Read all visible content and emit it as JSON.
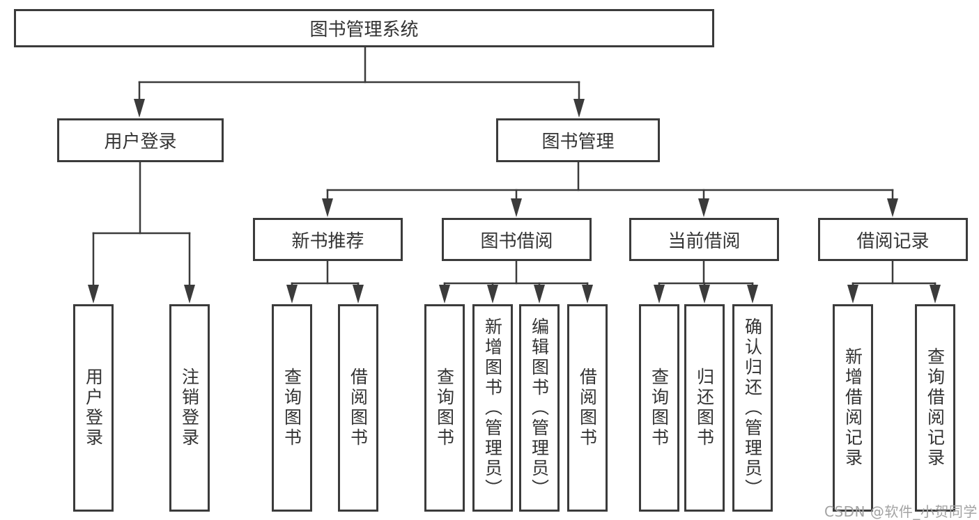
{
  "tree": {
    "label": "图书管理系统",
    "children": [
      {
        "label": "用户登录",
        "children": [
          {
            "label": "用户登录"
          },
          {
            "label": "注销登录"
          }
        ]
      },
      {
        "label": "图书管理",
        "children": [
          {
            "label": "新书推荐",
            "children": [
              {
                "label": "查询图书"
              },
              {
                "label": "借阅图书"
              }
            ]
          },
          {
            "label": "图书借阅",
            "children": [
              {
                "label": "查询图书"
              },
              {
                "label": "新增图书（管理员）"
              },
              {
                "label": "编辑图书（管理员）"
              },
              {
                "label": "借阅图书"
              }
            ]
          },
          {
            "label": "当前借阅",
            "children": [
              {
                "label": "查询图书"
              },
              {
                "label": "归还图书"
              },
              {
                "label": "确认归还（管理员）"
              }
            ]
          },
          {
            "label": "借阅记录",
            "children": [
              {
                "label": "新增借阅记录"
              },
              {
                "label": "查询借阅记录"
              }
            ]
          }
        ]
      }
    ]
  },
  "watermark": {
    "text": "CSDN @软件_小贺同学"
  },
  "colors": {
    "line": "#3b3b3b",
    "box_border": "#3b3b3b",
    "text": "#333333",
    "watermark": "#a3a3a3",
    "background": "#ffffff"
  }
}
